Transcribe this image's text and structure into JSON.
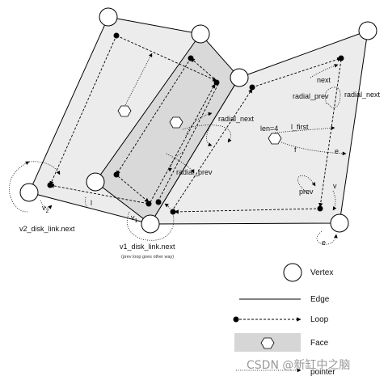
{
  "labels": {
    "next": "next",
    "radial_prev_right": "radial_prev",
    "radial_next_right": "radial_next",
    "radial_next_mid": "radial_next",
    "radial_prev_mid": "radial_prev",
    "len": "len=4",
    "l_first": "l_first",
    "f": "f",
    "e_right": "e",
    "prev": "prev",
    "v_right": "v",
    "e_bottom": "e",
    "v2": "v",
    "v2_sub": "2",
    "v1": "v",
    "v1_sub": "1",
    "l": "l",
    "v2_disk": "v2_disk_link.next",
    "v1_disk": "v1_disk_link.next",
    "v1_disk_note": "(prev loop goes other way)"
  },
  "legend": {
    "vertex": "Vertex",
    "edge": "Edge",
    "loop": "Loop",
    "face": "Face",
    "pointer": "pointer"
  },
  "watermark": "CSDN @新缸中之脑",
  "colors": {
    "face_fill": "#ececec",
    "face_fill_mid": "#d9d9d9",
    "legend_face": "#d6d6d6",
    "stroke": "#000000"
  }
}
